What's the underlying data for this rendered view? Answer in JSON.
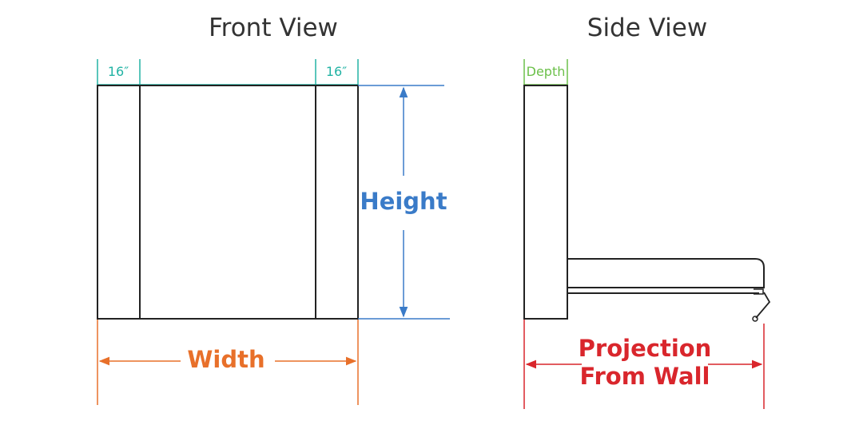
{
  "front_view": {
    "title": "Front View",
    "left_panel_label": "16″",
    "right_panel_label": "16″",
    "height_label": "Height",
    "width_label": "Width"
  },
  "side_view": {
    "title": "Side View",
    "depth_label": "Depth",
    "projection_line1": "Projection",
    "projection_line2": "From Wall"
  },
  "colors": {
    "teal": "#22b3a4",
    "blue": "#3a7bc8",
    "orange": "#e8702a",
    "green": "#6cc04a",
    "red": "#d9262c",
    "outline": "#222222"
  }
}
